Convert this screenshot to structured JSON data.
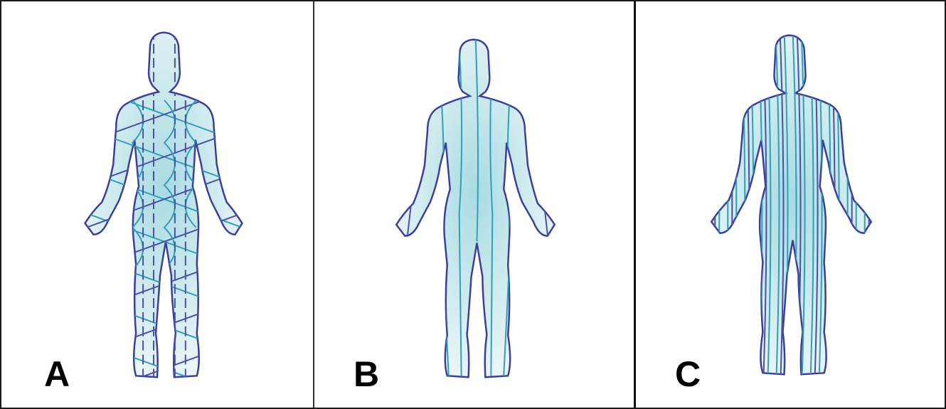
{
  "panels": [
    {
      "id": "A",
      "label": "A",
      "pattern": "crossed-helical"
    },
    {
      "id": "B",
      "label": "B",
      "pattern": "longitudinal"
    },
    {
      "id": "C",
      "label": "C",
      "pattern": "dense-longitudinal"
    }
  ],
  "colors": {
    "body_fill_light": "#eaf5f7",
    "body_fill_glow": "#a8dbe2",
    "fiber_teal": "#2f9fb8",
    "fiber_violet": "#4a4fa8",
    "outline": "#3b3f9c",
    "border": "#1a1a1a"
  }
}
